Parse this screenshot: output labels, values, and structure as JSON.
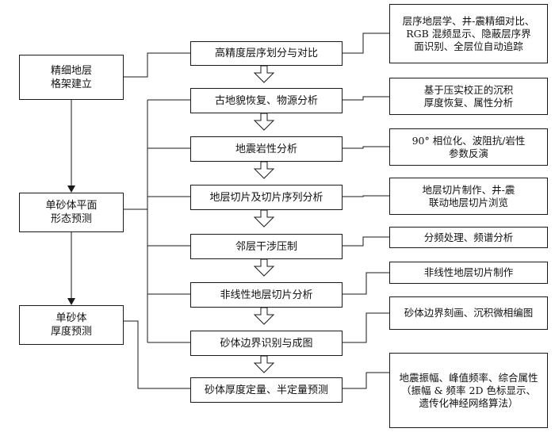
{
  "left_stages": [
    {
      "id": "stage-1",
      "label": "精细地层\n格架建立"
    },
    {
      "id": "stage-2",
      "label": "单砂体平面\n形态预测"
    },
    {
      "id": "stage-3",
      "label": "单砂体\n厚度预测"
    }
  ],
  "steps": [
    {
      "id": "step-1",
      "label": "高精度层序划分与对比"
    },
    {
      "id": "step-2",
      "label": "古地貌恢复、物源分析"
    },
    {
      "id": "step-3",
      "label": "地震岩性分析"
    },
    {
      "id": "step-4",
      "label": "地层切片及切片序列分析"
    },
    {
      "id": "step-5",
      "label": "邻层干涉压制"
    },
    {
      "id": "step-6",
      "label": "非线性地层切片分析"
    },
    {
      "id": "step-7",
      "label": "砂体边界识别与成图"
    },
    {
      "id": "step-8",
      "label": "砂体厚度定量、半定量预测"
    }
  ],
  "notes": [
    {
      "id": "note-1",
      "label": "层序地层学、井-震精细对比、\nRGB 混频显示、隐蔽层序界\n面识别、全层位自动追踪"
    },
    {
      "id": "note-2",
      "label": "基于压实校正的沉积\n厚度恢复、属性分析"
    },
    {
      "id": "note-3",
      "label": "90° 相位化、波阻抗/岩性\n参数反演"
    },
    {
      "id": "note-4",
      "label": "地层切片制作、井-震\n联动地层切片浏览"
    },
    {
      "id": "note-5",
      "label": "分频处理、频谱分析"
    },
    {
      "id": "note-6",
      "label": "非线性地层切片制作"
    },
    {
      "id": "note-7",
      "label": "砂体边界刻画、沉积微相编图"
    },
    {
      "id": "note-8",
      "label": "地震振幅、峰值频率、综合属性\n（振幅 & 频率 2D 色标显示、\n遗传化神经网络算法）"
    }
  ]
}
